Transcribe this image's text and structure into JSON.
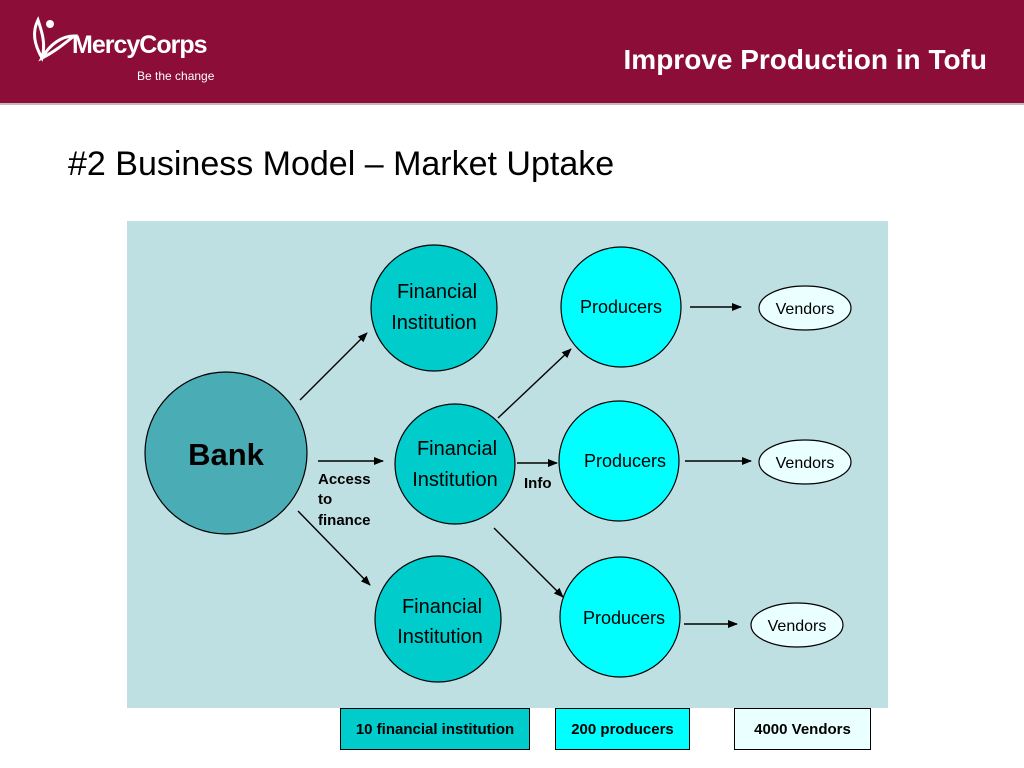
{
  "header": {
    "brand": "MercyCorps",
    "tagline": "Be the change",
    "title": "Improve Production in Tofu",
    "colors": {
      "header_bg": "#8b0d38"
    }
  },
  "slide": {
    "title": "#2 Business Model – Market Uptake"
  },
  "diagram": {
    "bank": "Bank",
    "financial_institution": [
      "Financial",
      "Institution"
    ],
    "producers": "Producers",
    "vendors": "Vendors",
    "edge_labels": {
      "access": [
        "Access",
        "to",
        "finance"
      ],
      "info": "Info"
    },
    "colors": {
      "panel": "#bfe0e3",
      "bank": "#4aacb4",
      "fi": "#00cccc",
      "producers": "#00ffff",
      "vendors": "#eaffff"
    }
  },
  "summary": {
    "financial_institutions": "10 financial institution",
    "producers": "200 producers",
    "vendors": "4000 Vendors"
  }
}
